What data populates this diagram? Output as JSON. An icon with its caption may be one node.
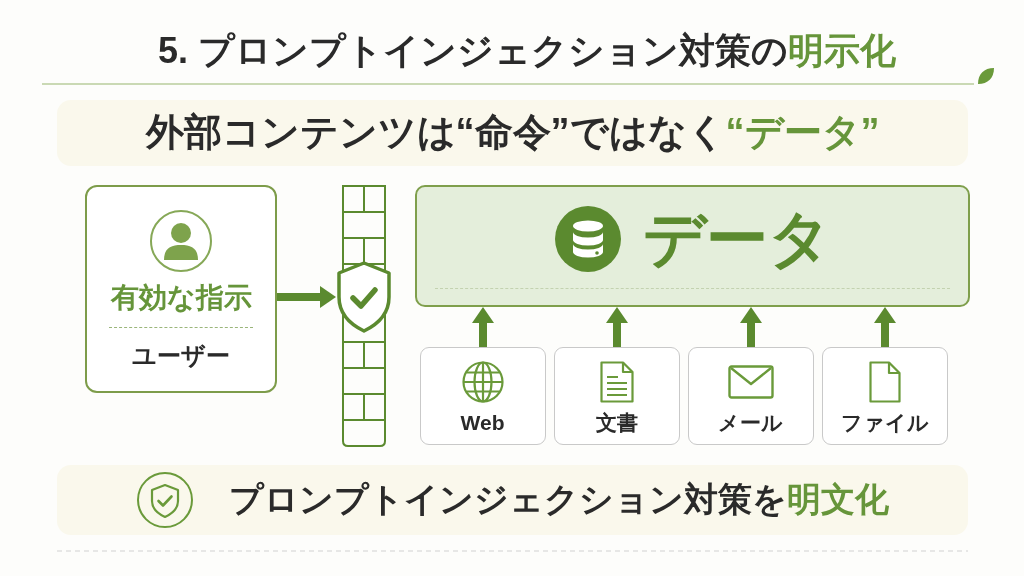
{
  "diagram": {
    "title": "5. プロンプトインジェクション対策の**明示化**",
    "nodes": [
      {
        "text": [
          "外部コンテンツは“命令”ではなく**“データ”**"
        ]
      },
      {
        "text": [
          "有効な指示",
          "ユーザー"
        ]
      },
      {
        "text": [],
        "shape": "picture"
      },
      {
        "text": [
          "データ"
        ]
      },
      {
        "text": [
          "Web"
        ]
      },
      {
        "text": [
          "文書"
        ]
      },
      {
        "text": [
          "メール"
        ]
      },
      {
        "text": [
          "ファイル"
        ]
      },
      {
        "text": [
          "プロンプトインジェクション対策を**明文化**"
        ]
      }
    ],
    "edges": [
      {
        "from": 1,
        "to": 2,
        "arrow": "to"
      },
      {
        "from": 4,
        "to": 3,
        "arrow": "to"
      },
      {
        "from": 5,
        "to": 3,
        "arrow": "to"
      },
      {
        "from": 6,
        "to": 3,
        "arrow": "to"
      },
      {
        "from": 7,
        "to": 3,
        "arrow": "to"
      }
    ]
  }
}
